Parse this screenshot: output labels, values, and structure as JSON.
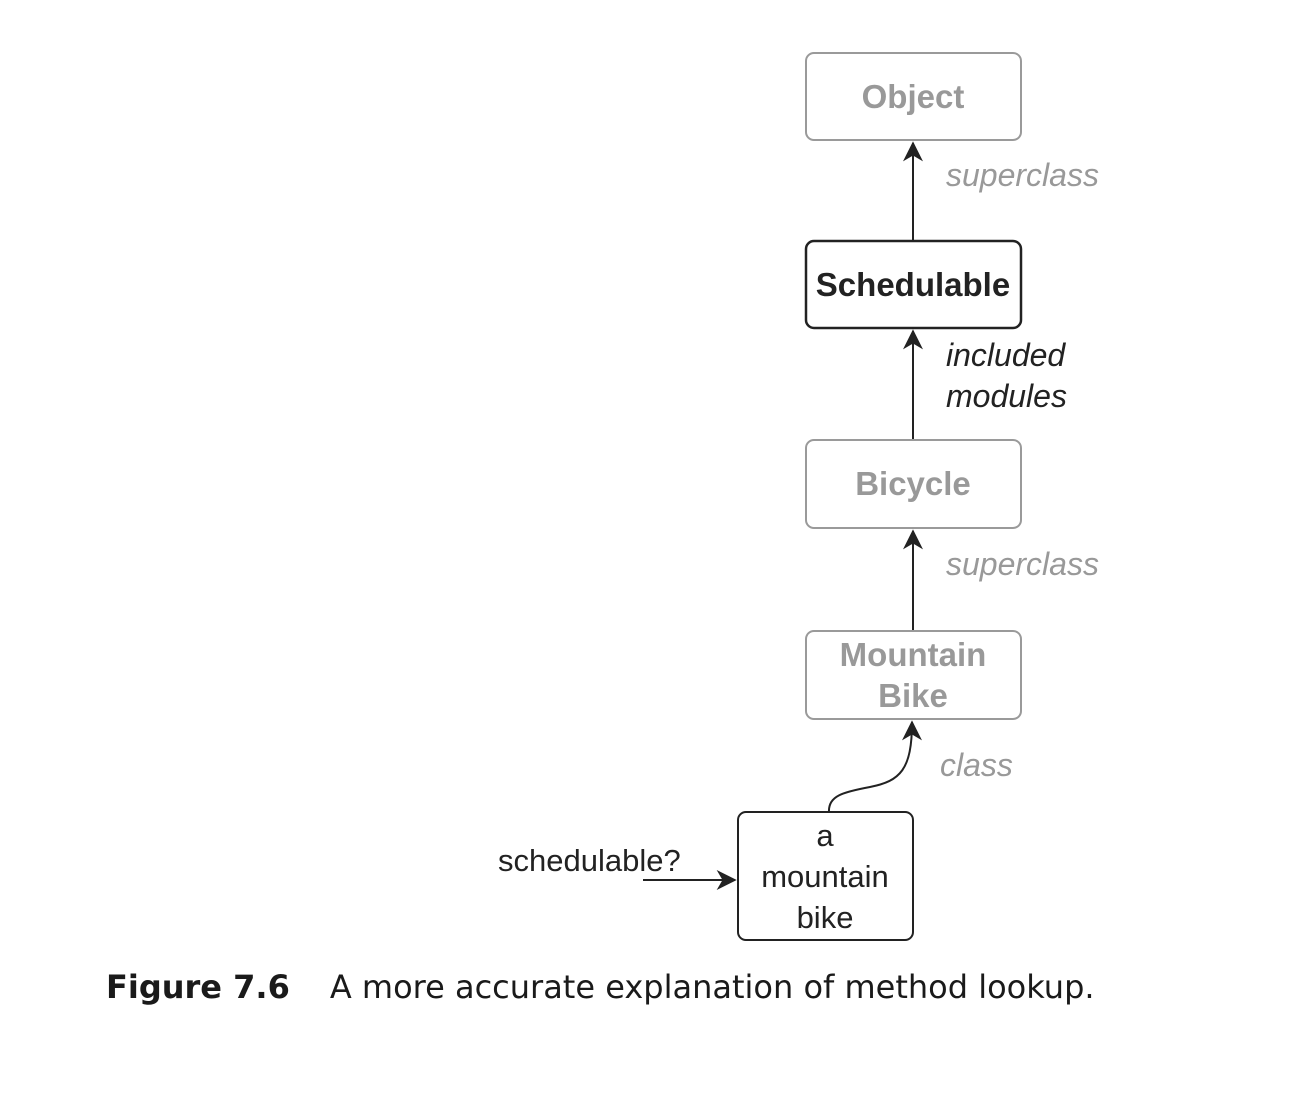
{
  "diagram": {
    "nodes": {
      "object": {
        "label": "Object"
      },
      "schedulable": {
        "label": "Schedulable"
      },
      "bicycle": {
        "label": "Bicycle"
      },
      "mountain_bike": {
        "lines": [
          "Mountain",
          "Bike"
        ]
      },
      "instance": {
        "lines": [
          "a",
          "mountain",
          "bike"
        ]
      }
    },
    "edges": {
      "schedulable_to_object": "superclass",
      "bicycle_to_schedulable": [
        "included",
        "modules"
      ],
      "mountain_bike_to_bicycle": "superclass",
      "instance_to_mountain_bike": "class"
    },
    "message": "schedulable?"
  },
  "caption": {
    "number": "Figure 7.6",
    "text": "A more accurate explanation of method lookup."
  },
  "colors": {
    "highlight": "#222222",
    "faded": "#999999"
  }
}
